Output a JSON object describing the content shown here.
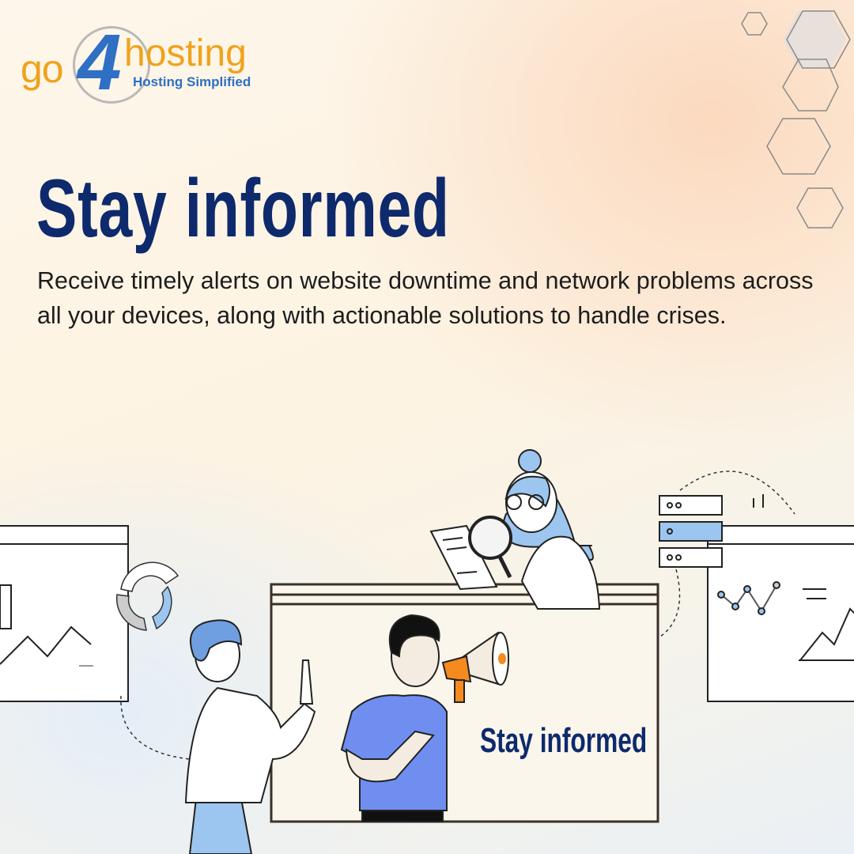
{
  "logo": {
    "go": "go",
    "four": "4",
    "hosting": "hosting",
    "tagline": "Hosting Simplified"
  },
  "headline": "Stay informed",
  "description": "Receive timely alerts on website downtime and network problems across all your devices, along with actionable solutions to handle crises.",
  "illustration": {
    "badge_text": "Stay informed"
  },
  "colors": {
    "navy": "#0e2a6d",
    "logo_orange": "#f0a21c",
    "logo_blue": "#2f6fc4",
    "shirt_blue": "#6f8ef0",
    "hair_blue": "#9cc6ef",
    "megaphone_orange": "#f58a1f"
  }
}
